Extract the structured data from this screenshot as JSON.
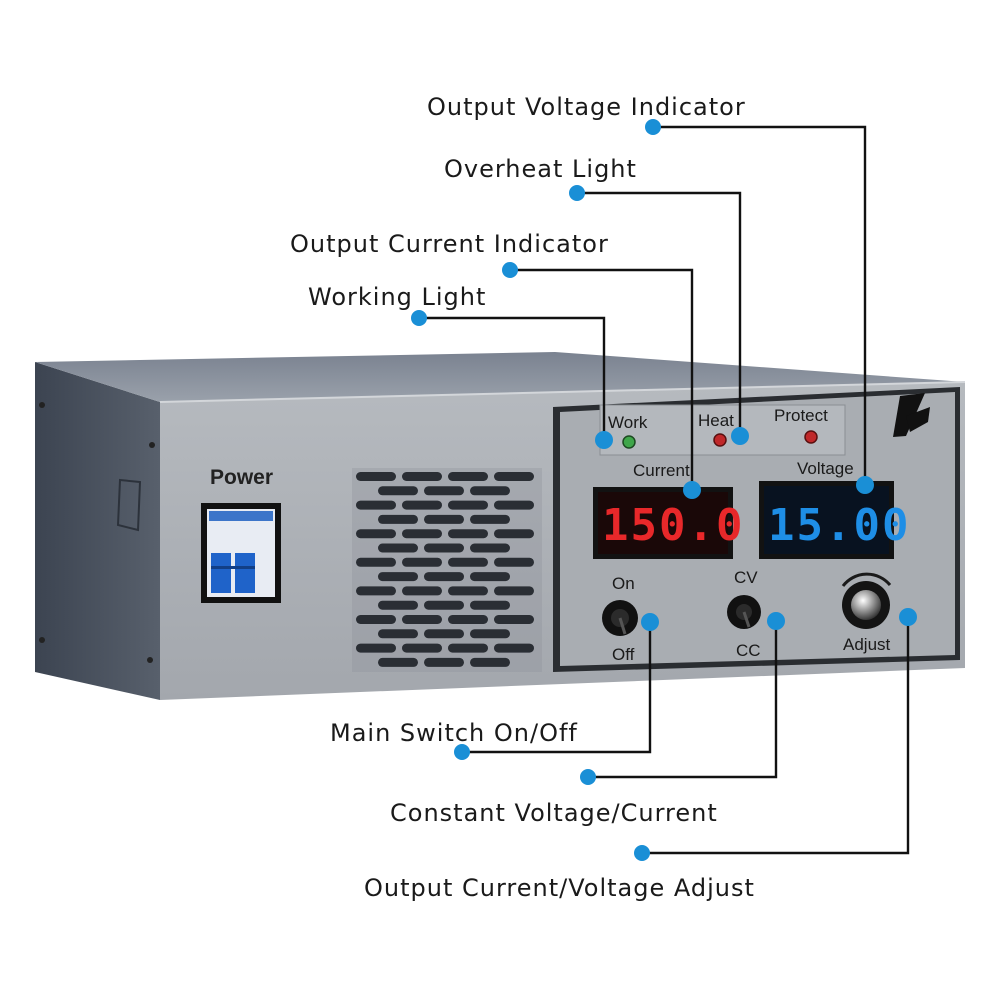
{
  "callouts": {
    "output_voltage_indicator": "Output  Voltage  Indicator",
    "overheat_light": "Overheat Light",
    "output_current_indicator": "Output  Current  Indicator",
    "working_light": "Working Light",
    "main_switch": "Main Switch On/Off",
    "constant_voltage_current": "Constant Voltage/Current",
    "output_adjust": "Output Current/Voltage Adjust"
  },
  "device": {
    "power_label": "Power",
    "indicators": {
      "work": "Work",
      "heat": "Heat",
      "protect": "Protect"
    },
    "current_label": "Current",
    "voltage_label": "Voltage",
    "current_reading": "150.0",
    "voltage_reading": "15.00",
    "switch_on": "On",
    "switch_off": "Off",
    "mode_cv": "CV",
    "mode_cc": "CC",
    "adjust_label": "Adjust"
  },
  "colors": {
    "callout_dot": "#1a8fd6",
    "current_digits": "#e8282a",
    "voltage_digits": "#1e8ee6",
    "work_led": "#3fa64a",
    "heat_led": "#c0282a",
    "protect_led": "#c0282a",
    "chassis": "#a9adb3"
  },
  "icons": [
    "brand-logo-icon",
    "breaker-switch-icon",
    "toggle-switch-icon",
    "rotary-knob-icon"
  ]
}
